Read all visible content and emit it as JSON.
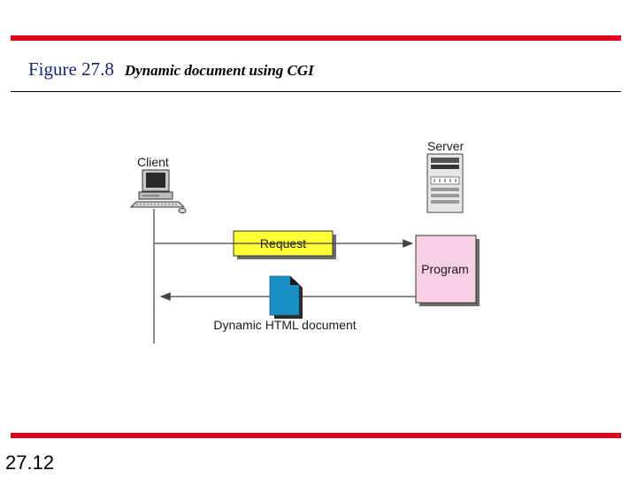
{
  "figure": {
    "number": "Figure 27.8",
    "caption": "Dynamic document using CGI"
  },
  "diagram": {
    "client_label": "Client",
    "server_label": "Server",
    "request_label": "Request",
    "program_label": "Program",
    "response_label": "Dynamic HTML document",
    "colors": {
      "accent_rule": "#e0001a",
      "request_box": "#ffff33",
      "program_box": "#f9cfe6",
      "document_icon": "#1a8fc4"
    }
  },
  "slide_number": "27.12"
}
